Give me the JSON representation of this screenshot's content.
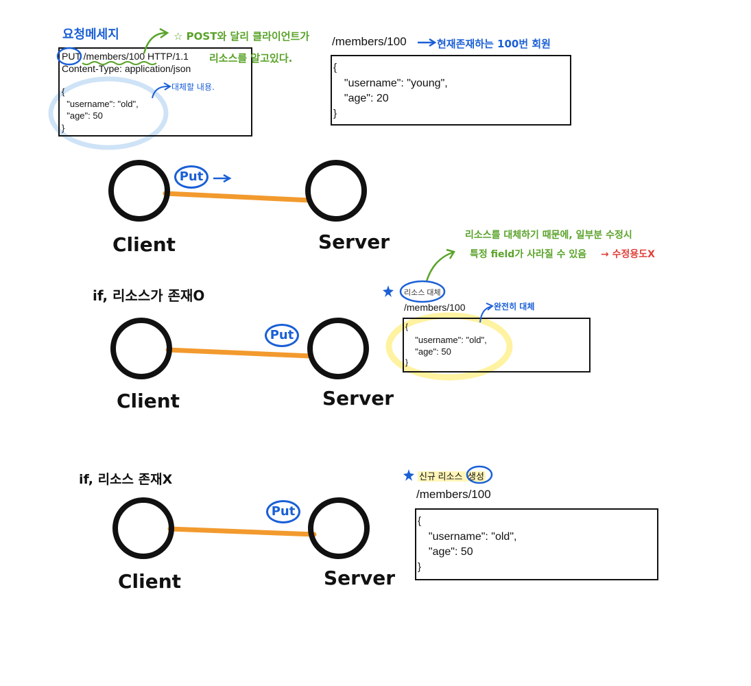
{
  "colors": {
    "ink": "#111111",
    "blue": "#1a5fd6",
    "green": "#5aa32a",
    "red": "#e0403a",
    "orange": "#f29a2e",
    "yellow": "#fff2a0",
    "lightblue": "#cfe3f7"
  },
  "request": {
    "title": "요청메세지",
    "line1_method": "PUT",
    "line1_rest": " /members/100 HTTP/1.1",
    "line2": "Content-Type: application/json",
    "brace_open": "{",
    "username_line": "  \"username\": \"old\",",
    "age_line": "  \"age\": 50",
    "brace_close": "}",
    "note_green_1": "☆ POST와 달리 클라이언트가",
    "note_green_2": "리소스를 알고있다.",
    "note_blue": "대체할 내용."
  },
  "existing": {
    "path": "/members/100",
    "note": "현재존재하는 100번 회원",
    "brace_open": "{",
    "username_line": "  \"username\": \"young\",",
    "age_line": "  \"age\": 20",
    "brace_close": "}"
  },
  "diagram": {
    "client": "Client",
    "server": "Server",
    "put": "Put"
  },
  "case_exists": {
    "heading": "if, 리소스가 존재O",
    "note_green_1": "리소스를 대체하기 때문에, 일부분 수정시",
    "note_green_2": "특정 field가 사라질 수 있음",
    "note_red": "→ 수정용도X",
    "badge": "리소스 대체",
    "path": "/members/100",
    "note_blue": "완전히 대체",
    "brace_open": "{",
    "username_line": "  \"username\": \"old\",",
    "age_line": "  \"age\": 50",
    "brace_close": "}"
  },
  "case_missing": {
    "heading": "if, 리소스 존재X",
    "badge_prefix": "신규 리소스 ",
    "badge_circled": "생성",
    "path": "/members/100",
    "brace_open": "{",
    "username_line": "  \"username\": \"old\",",
    "age_line": "  \"age\": 50",
    "brace_close": "}"
  }
}
